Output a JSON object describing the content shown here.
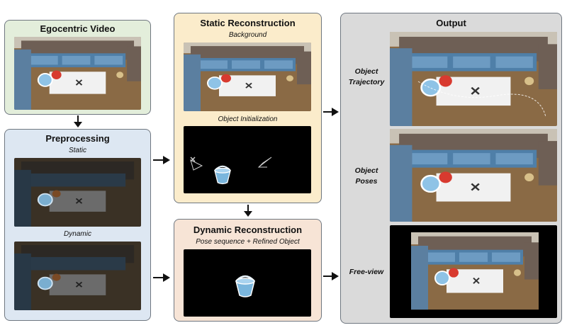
{
  "panels": {
    "egocentric": {
      "title": "Egocentric Video"
    },
    "preprocessing": {
      "title": "Preprocessing",
      "static_label": "Static",
      "dynamic_label": "Dynamic"
    },
    "static_recon": {
      "title": "Static Reconstruction",
      "background_label": "Background",
      "object_init_label": "Object Initialization"
    },
    "dynamic_recon": {
      "title": "Dynamic Reconstruction",
      "subtitle": "Pose sequence + Refined Object"
    },
    "output": {
      "title": "Output",
      "rows": [
        {
          "line1": "Object",
          "line2": "Trajectory"
        },
        {
          "line1": "Object",
          "line2": "Poses"
        },
        {
          "line1": "Free-view",
          "line2": ""
        }
      ]
    }
  },
  "colors": {
    "egocentric_bg": "#e3eedb",
    "preprocessing_bg": "#dde7f2",
    "static_bg": "#fbeccb",
    "dynamic_bg": "#f7e4d6",
    "output_bg": "#dadada"
  }
}
